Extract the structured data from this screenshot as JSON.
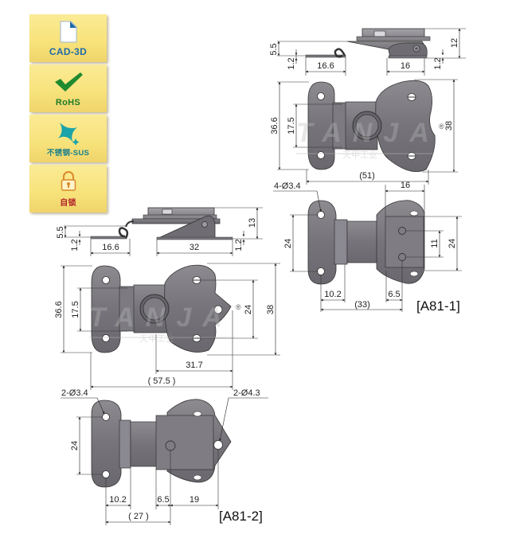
{
  "badges": [
    {
      "label": "CAD-3D",
      "icon": "document-icon",
      "color": "#1f6aa8"
    },
    {
      "label": "RoHS",
      "icon": "checkmark-icon",
      "color": "#1f7a2a"
    },
    {
      "label": "不锈钢-SUS",
      "icon": "sparkle-icon",
      "color": "#1a7f8a"
    },
    {
      "label": "自锁",
      "icon": "padlock-icon",
      "color": "#b2222a"
    }
  ],
  "watermark": {
    "brand": "TANJA",
    "sub": "天甲工业",
    "registered": "®"
  },
  "models": {
    "a81_1": {
      "label": "[A81-1]",
      "side_view": {
        "dim_5_5": "5.5",
        "dim_1_2_left": "1.2",
        "dim_16_6": "16.6",
        "dim_16": "16",
        "dim_1_2_right": "1.2",
        "dim_12": "12"
      },
      "top_view": {
        "dim_36_6": "36.6",
        "dim_17_5": "17.5",
        "dim_38": "38",
        "dim_51": "(51)"
      },
      "bottom_view": {
        "holes": "4-Ø3.4",
        "dim_16": "16",
        "dim_24_left": "24",
        "dim_11": "11",
        "dim_24_right": "24",
        "dim_10_2": "10.2",
        "dim_6_5": "6.5",
        "dim_33": "(33)"
      }
    },
    "a81_2": {
      "label": "[A81-2]",
      "side_view": {
        "dim_5_5": "5.5",
        "dim_1_2_left": "1.2",
        "dim_16_6": "16.6",
        "dim_32": "32",
        "dim_1_2_right": "1.2",
        "dim_13": "13"
      },
      "top_view": {
        "dim_36_6": "36.6",
        "dim_17_5": "17.5",
        "dim_24": "24",
        "dim_38": "38",
        "dim_31_7": "31.7",
        "dim_57_5": "( 57.5 )"
      },
      "bottom_view": {
        "holes_left": "2-Ø3.4",
        "holes_right": "2-Ø4.3",
        "dim_24": "24",
        "dim_10_2": "10.2",
        "dim_6_5": "6.5",
        "dim_19": "19",
        "dim_27": "( 27 )"
      }
    }
  }
}
